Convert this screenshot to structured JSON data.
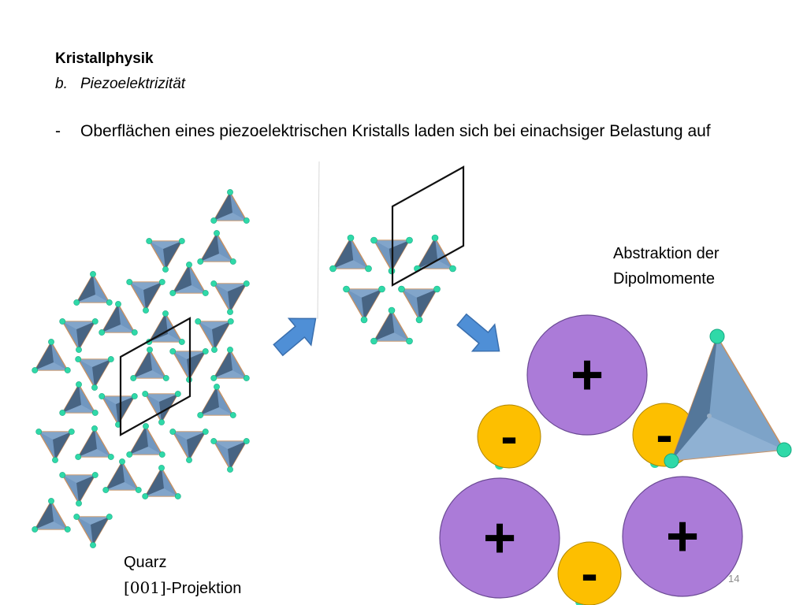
{
  "header": {
    "title": "Kristallphysik",
    "subtitle_number": "b.",
    "subtitle_text": "Piezoelektrizität",
    "bullet_dash": "-",
    "bullet_text": "Oberflächen eines piezoelektrischen Kristalls laden sich bei einachsiger Belastung auf"
  },
  "labels": {
    "abstraktion_line1": "Abstraktion der",
    "abstraktion_line2": "Dipolmomente",
    "quarz": "Quarz",
    "projection_index": "[001]",
    "projection_text": "-Projektion",
    "page_number": "14"
  },
  "dipoles": {
    "positive_sign": "+",
    "negative_sign": "-",
    "positive_color": "#ab7bd8",
    "negative_color": "#fdbf00"
  },
  "colors": {
    "tetrahedron_fill": "#7197c0",
    "tetrahedron_dark": "#3f5a78",
    "tetrahedron_edge": "#c89060",
    "atom": "#2fd9a8",
    "arrow": "#4f8fd6",
    "arrow_edge": "#3a6fae"
  }
}
